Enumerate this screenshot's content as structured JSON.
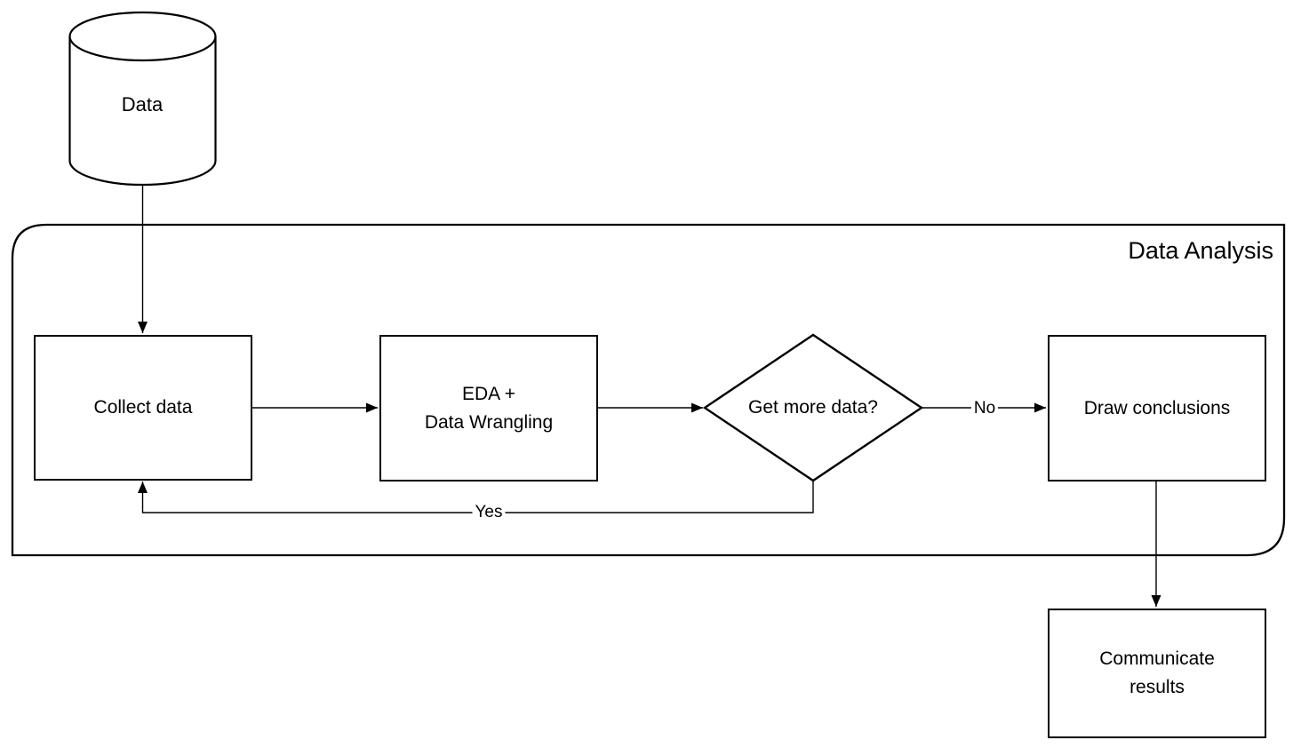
{
  "diagram": {
    "container_title": "Data Analysis",
    "data_store": {
      "label": "Data",
      "shape": "cylinder"
    },
    "nodes": {
      "collect": {
        "label": "Collect data",
        "shape": "rect"
      },
      "eda": {
        "line1": "EDA +",
        "line2": "Data Wrangling",
        "shape": "rect"
      },
      "decision": {
        "label": "Get more data?",
        "shape": "diamond"
      },
      "draw": {
        "label": "Draw conclusions",
        "shape": "rect"
      },
      "communicate": {
        "line1": "Communicate",
        "line2": "results",
        "shape": "rect"
      }
    },
    "edge_labels": {
      "yes": "Yes",
      "no": "No"
    },
    "edges": [
      {
        "from": "data_store",
        "to": "collect",
        "label": ""
      },
      {
        "from": "collect",
        "to": "eda",
        "label": ""
      },
      {
        "from": "eda",
        "to": "decision",
        "label": ""
      },
      {
        "from": "decision",
        "to": "draw",
        "label": "No"
      },
      {
        "from": "decision",
        "to": "collect",
        "label": "Yes"
      },
      {
        "from": "draw",
        "to": "communicate",
        "label": ""
      }
    ],
    "colors": {
      "stroke": "#000000",
      "background": "#ffffff",
      "text": "#000000"
    }
  }
}
